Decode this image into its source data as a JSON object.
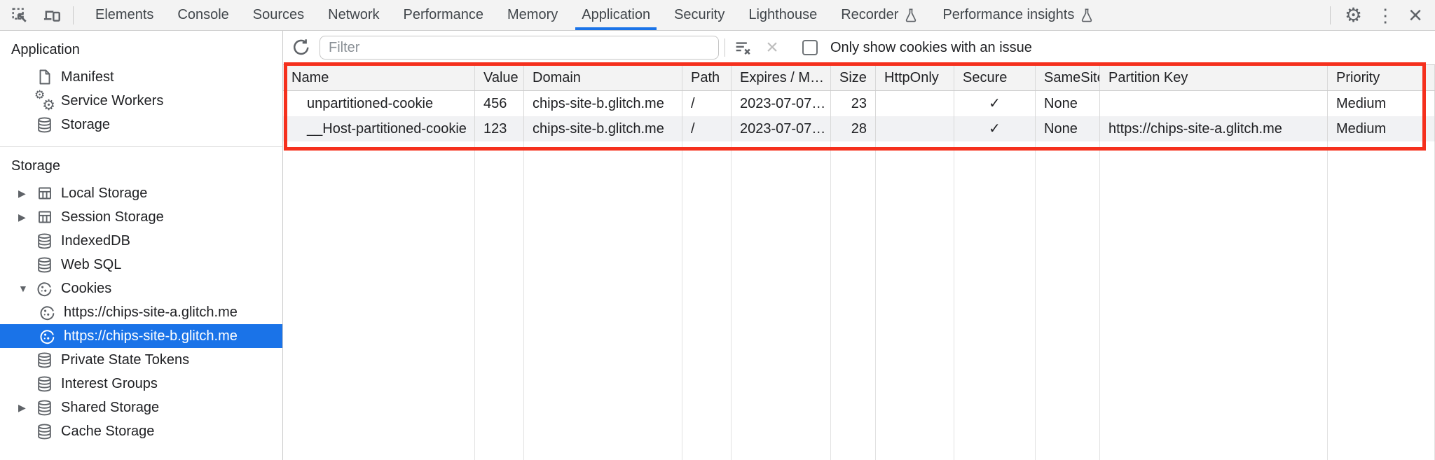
{
  "tabbar": {
    "tabs": [
      {
        "label": "Elements",
        "active": false
      },
      {
        "label": "Console",
        "active": false
      },
      {
        "label": "Sources",
        "active": false
      },
      {
        "label": "Network",
        "active": false
      },
      {
        "label": "Performance",
        "active": false
      },
      {
        "label": "Memory",
        "active": false
      },
      {
        "label": "Application",
        "active": true
      },
      {
        "label": "Security",
        "active": false
      },
      {
        "label": "Lighthouse",
        "active": false
      },
      {
        "label": "Recorder",
        "active": false,
        "icon": "flask-icon"
      },
      {
        "label": "Performance insights",
        "active": false,
        "icon": "flask-icon"
      }
    ]
  },
  "sidebar": {
    "sections": [
      {
        "title": "Application",
        "items": [
          {
            "label": "Manifest",
            "icon": "document-icon"
          },
          {
            "label": "Service Workers",
            "icon": "gears-icon"
          },
          {
            "label": "Storage",
            "icon": "database-icon"
          }
        ]
      },
      {
        "title": "Storage",
        "items": [
          {
            "label": "Local Storage",
            "icon": "table-icon",
            "caret": "right"
          },
          {
            "label": "Session Storage",
            "icon": "table-icon",
            "caret": "right"
          },
          {
            "label": "IndexedDB",
            "icon": "database-icon"
          },
          {
            "label": "Web SQL",
            "icon": "database-icon"
          },
          {
            "label": "Cookies",
            "icon": "cookie-icon",
            "caret": "down",
            "expanded": true
          },
          {
            "label": "https://chips-site-a.glitch.me",
            "icon": "cookie-icon",
            "child": true
          },
          {
            "label": "https://chips-site-b.glitch.me",
            "icon": "cookie-icon",
            "child": true,
            "selected": true
          },
          {
            "label": "Private State Tokens",
            "icon": "database-icon"
          },
          {
            "label": "Interest Groups",
            "icon": "database-icon"
          },
          {
            "label": "Shared Storage",
            "icon": "database-icon",
            "caret": "right"
          },
          {
            "label": "Cache Storage",
            "icon": "database-icon"
          }
        ]
      }
    ]
  },
  "toolbar": {
    "filter_placeholder": "Filter",
    "checkbox_label": "Only show cookies with an issue",
    "checkbox_checked": false
  },
  "table": {
    "columns": [
      "Name",
      "Value",
      "Domain",
      "Path",
      "Expires / M…",
      "Size",
      "HttpOnly",
      "Secure",
      "SameSite",
      "Partition Key",
      "Priority"
    ],
    "rows": [
      {
        "name": "unpartitioned-cookie",
        "value": "456",
        "domain": "chips-site-b.glitch.me",
        "path": "/",
        "expires": "2023-07-07…",
        "size": "23",
        "http_only": "",
        "secure": "✓",
        "same_site": "None",
        "partition_key": "",
        "priority": "Medium"
      },
      {
        "name": "__Host-partitioned-cookie",
        "value": "123",
        "domain": "chips-site-b.glitch.me",
        "path": "/",
        "expires": "2023-07-07…",
        "size": "28",
        "http_only": "",
        "secure": "✓",
        "same_site": "None",
        "partition_key": "https://chips-site-a.glitch.me",
        "priority": "Medium"
      }
    ]
  },
  "colors": {
    "accent_blue": "#1a73e8",
    "selection_bg": "#1a73e8",
    "annotation_red": "#f5301d",
    "toolbar_bg": "#f3f3f3",
    "row_stripe": "#f1f2f4"
  }
}
